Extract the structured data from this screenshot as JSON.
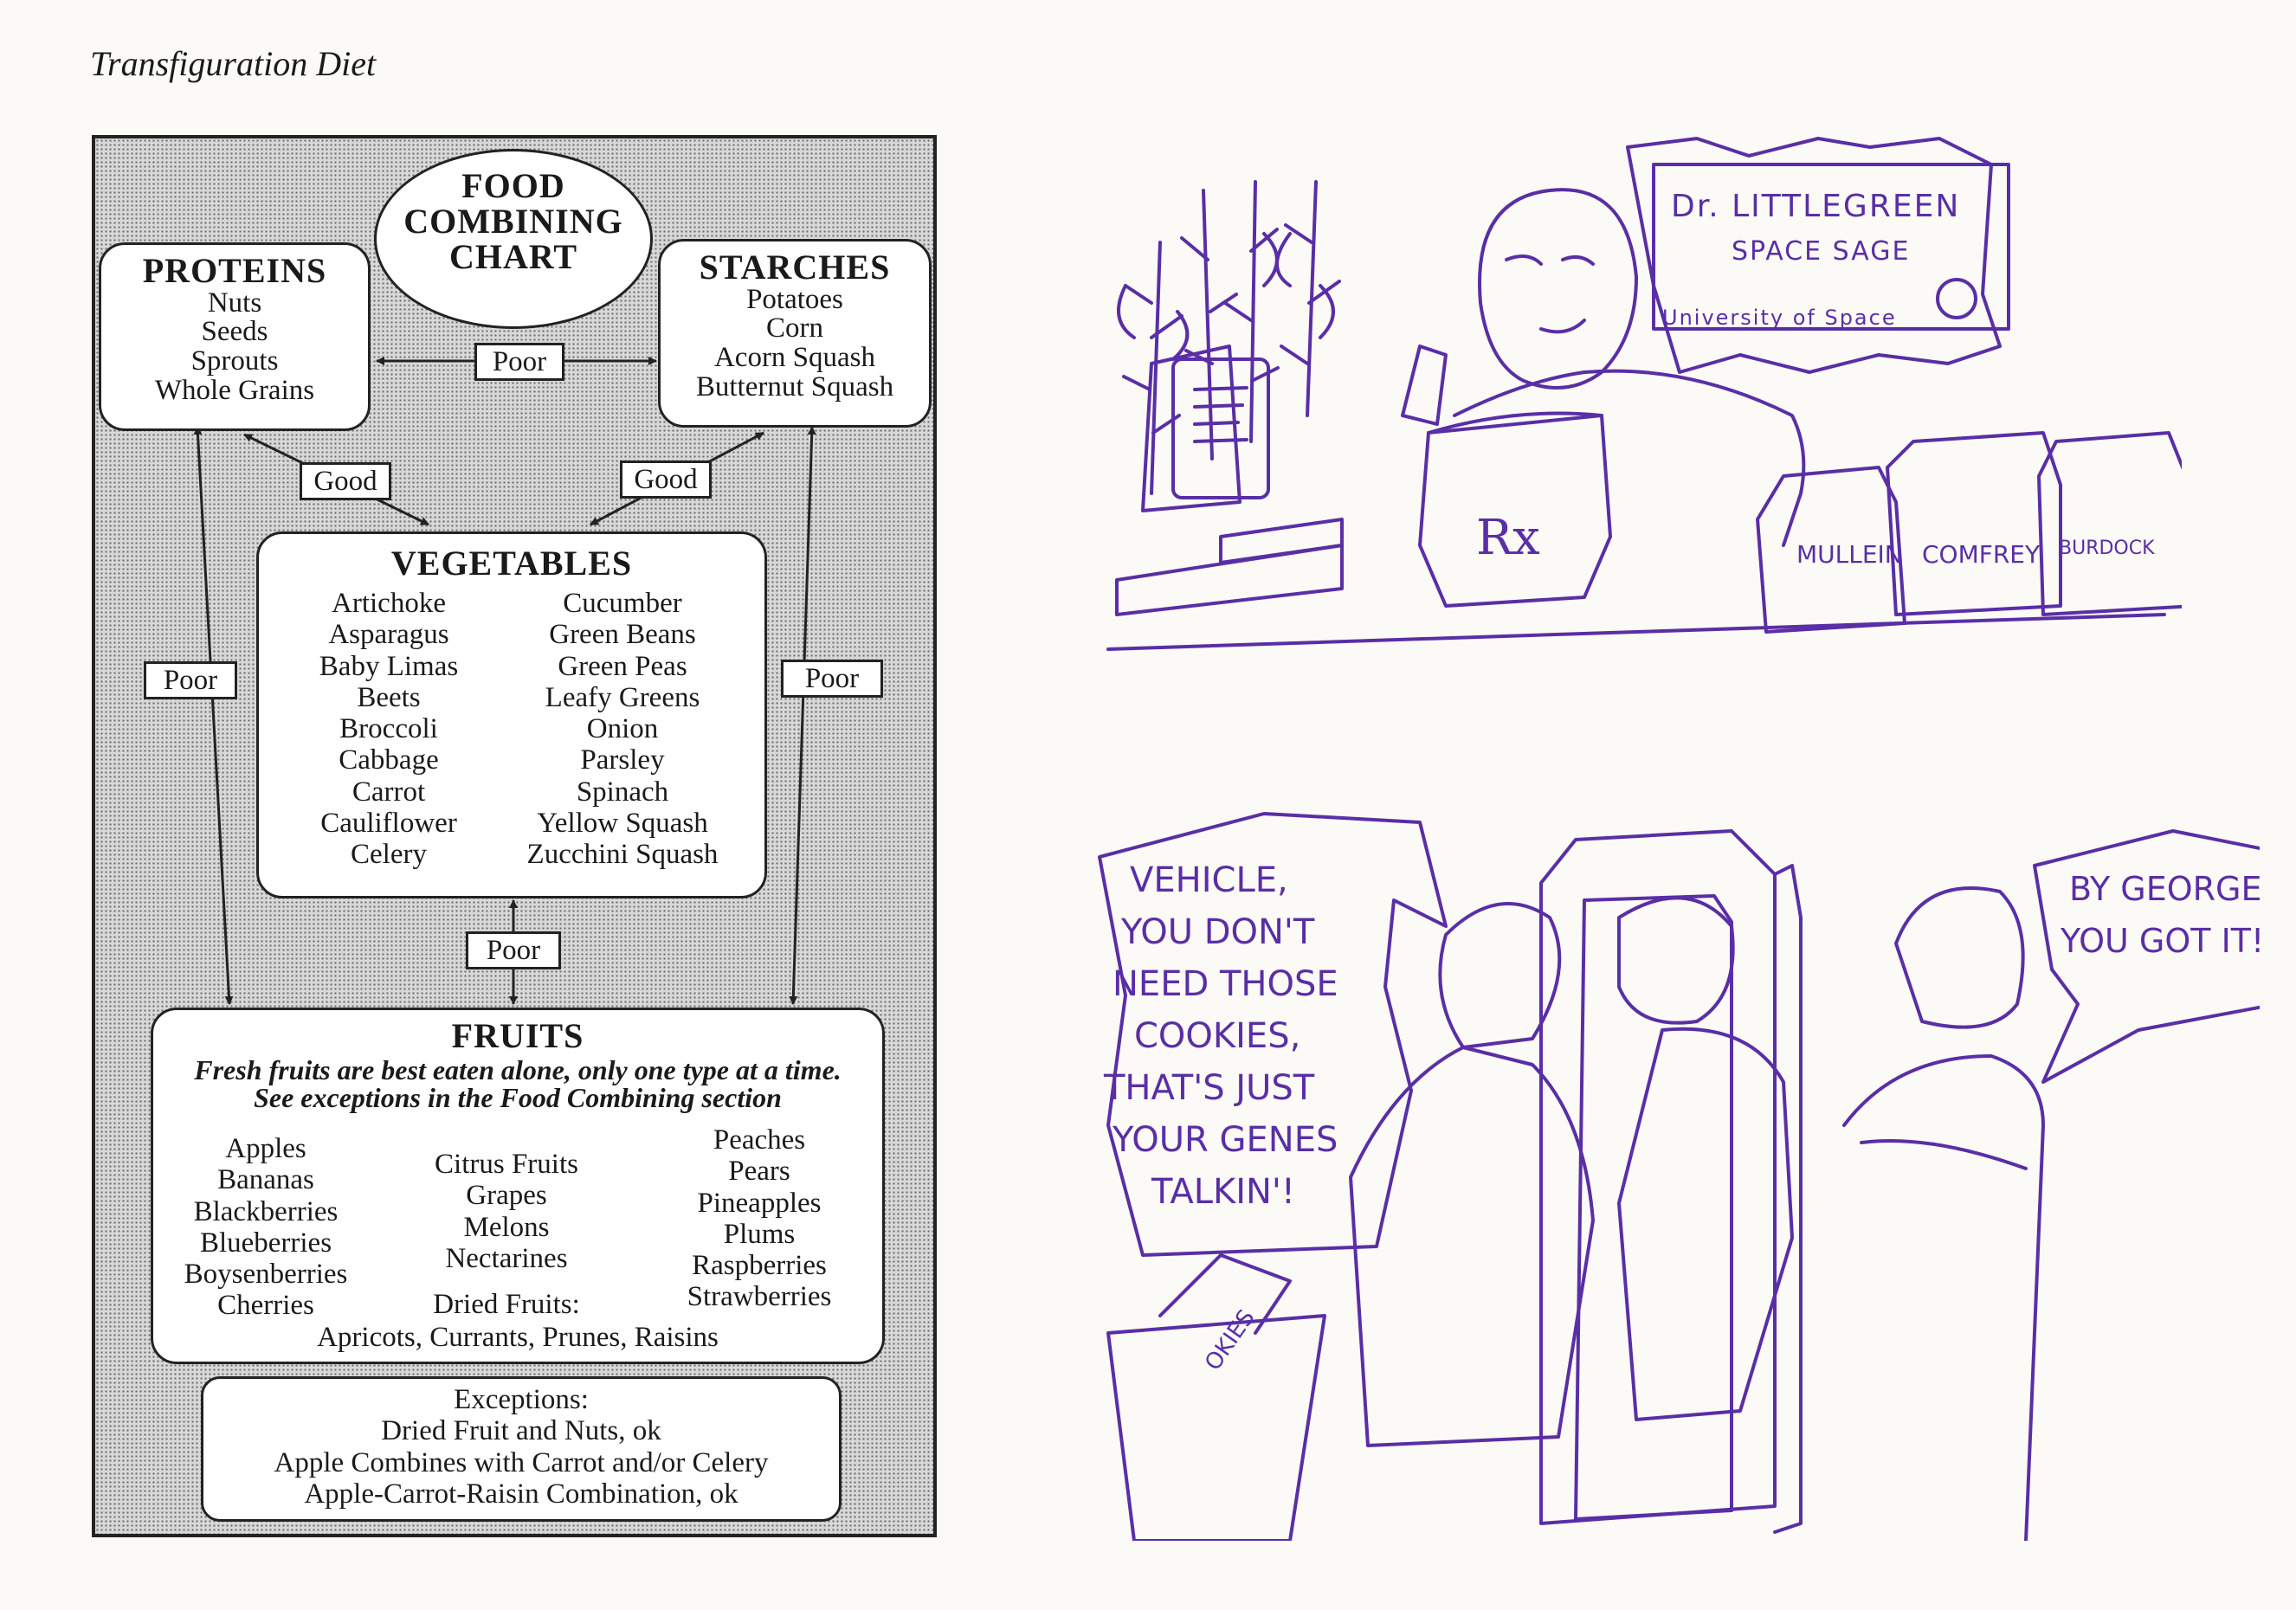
{
  "running_head": "Transfiguration Diet",
  "chart": {
    "title_lines": [
      "FOOD",
      "COMBINING",
      "CHART"
    ],
    "proteins": {
      "title": "PROTEINS",
      "items": [
        "Nuts",
        "Seeds",
        "Sprouts",
        "Whole Grains"
      ]
    },
    "starches": {
      "title": "STARCHES",
      "items": [
        "Potatoes",
        "Corn",
        "Acorn Squash",
        "Butternut Squash"
      ]
    },
    "vegetables": {
      "title": "VEGETABLES",
      "col1": [
        "Artichoke",
        "Asparagus",
        "Baby Limas",
        "Beets",
        "Broccoli",
        "Cabbage",
        "Carrot",
        "Cauliflower",
        "Celery"
      ],
      "col2": [
        "Cucumber",
        "Green Beans",
        "Green Peas",
        "Leafy Greens",
        "Onion",
        "Parsley",
        "Spinach",
        "Yellow Squash",
        "Zucchini Squash"
      ]
    },
    "fruits": {
      "title": "FRUITS",
      "note1": "Fresh fruits are best eaten alone, only one type at a time.",
      "note2": "See exceptions in the Food Combining section",
      "col1": [
        "Apples",
        "Bananas",
        "Blackberries",
        "Blueberries",
        "Boysenberries",
        "Cherries"
      ],
      "col2": [
        "Citrus Fruits",
        "Grapes",
        "Melons",
        "Nectarines"
      ],
      "col3": [
        "Peaches",
        "Pears",
        "Pineapples",
        "Plums",
        "Raspberries",
        "Strawberries"
      ],
      "dried_label": "Dried Fruits:",
      "dried_items": "Apricots, Currants, Prunes, Raisins"
    },
    "exceptions": {
      "title": "Exceptions:",
      "lines": [
        "Dried Fruit and Nuts, ok",
        "Apple Combines with Carrot and/or Celery",
        "Apple-Carrot-Raisin Combination, ok"
      ]
    },
    "links": {
      "proteins_starches": "Poor",
      "proteins_vegetables": "Good",
      "starches_vegetables": "Good",
      "proteins_fruits": "Poor",
      "starches_fruits": "Poor",
      "vegetables_fruits": "Poor"
    }
  },
  "illustration_top": {
    "diploma": {
      "line1": "Dr. LITTLEGREEN",
      "line2": "SPACE SAGE",
      "line3": "University of Space"
    },
    "jars": [
      "MULLEIN",
      "COMFREY",
      "BURDOCK"
    ],
    "mortar_label": "Rx"
  },
  "illustration_bottom": {
    "speech_left": [
      "VEHICLE,",
      "YOU DON'T",
      "NEED THOSE",
      "COOKIES,",
      "THAT'S JUST",
      "YOUR GENES",
      "TALKIN'!"
    ],
    "speech_right": [
      "BY GEORGE,",
      "YOU GOT IT!"
    ],
    "box_label": "OKIES"
  },
  "colors": {
    "ink": "#1a1a1a",
    "purple": "#5a2ea6",
    "paper": "#fbfaf6"
  }
}
